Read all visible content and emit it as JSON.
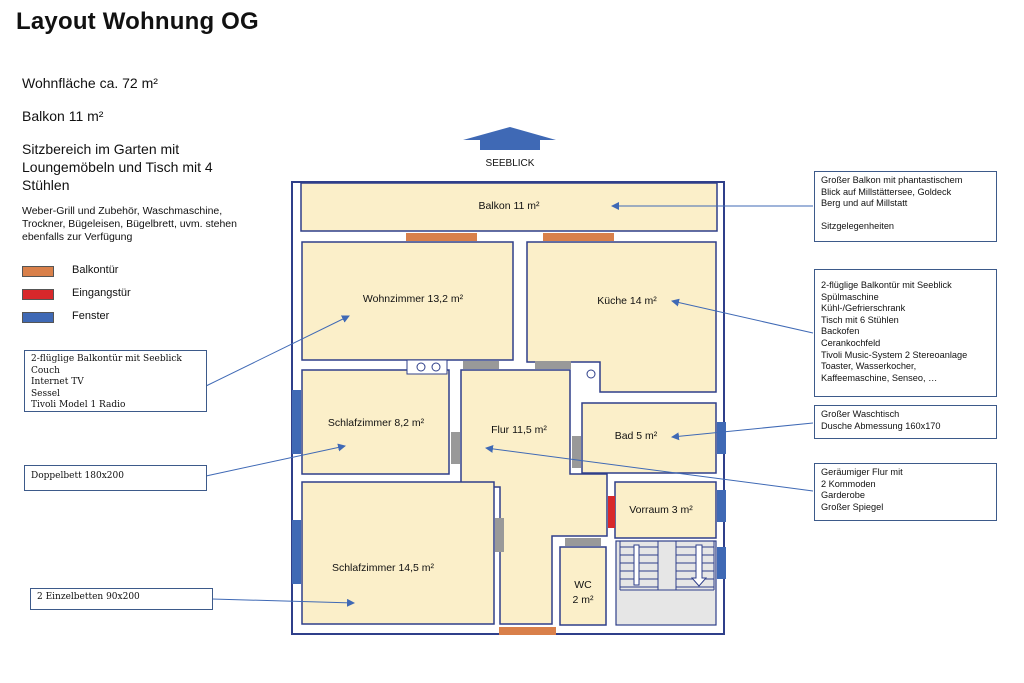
{
  "title": "Layout Wohnung OG",
  "info": {
    "wohnflaeche": "Wohnfläche ca. 72 m²",
    "balkon": "Balkon 11 m²",
    "sitz_line1": "Sitzbereich im Garten mit",
    "sitz_line2": "Loungemöbeln und Tisch mit 4",
    "sitz_line3": "Stühlen",
    "extra_line1": "Weber-Grill und Zubehör, Waschmaschine,",
    "extra_line2": "Trockner, Bügeleisen, Bügelbrett, uvm. stehen",
    "extra_line3": "ebenfalls zur Verfügung"
  },
  "legend": {
    "balkontuer": {
      "label": "Balkontür",
      "color": "#d9804a"
    },
    "eingangstuer": {
      "label": "Eingangstür",
      "color": "#d8282b"
    },
    "fenster": {
      "label": "Fenster",
      "color": "#3f69b5"
    }
  },
  "compass": {
    "label": "SEEBLICK",
    "color": "#3f69b5"
  },
  "rooms": {
    "balkon": "Balkon 11 m²",
    "wohnzimmer": "Wohnzimmer 13,2 m²",
    "kueche": "Küche 14 m²",
    "schlafzimmer1": "Schlafzimmer 8,2 m²",
    "flur": "Flur 11,5 m²",
    "bad": "Bad 5 m²",
    "vorraum": "Vorraum 3 m²",
    "schlafzimmer2": "Schlafzimmer 14,5 m²",
    "wc_line1": "WC",
    "wc_line2": "2 m²"
  },
  "colors": {
    "room_fill": "#fbefc9",
    "wall": "#2f3f8a",
    "stair": "#e6e6e6",
    "window_inner": "#999999"
  },
  "callouts_left": {
    "wohnzimmer": [
      "2-flüglige Balkontür mit Seeblick",
      "Couch",
      "Internet TV",
      "Sessel",
      "Tivoli Model 1 Radio"
    ],
    "schlafzimmer1": [
      "Doppelbett 180x200"
    ],
    "schlafzimmer2": [
      "2 Einzelbetten 90x200"
    ]
  },
  "callouts_right": {
    "balkon": [
      "Großer Balkon mit phantastischem",
      "Blick auf Millstättersee, Goldeck",
      "Berg und auf Millstatt",
      "",
      "Sitzgelegenheiten"
    ],
    "kueche": [
      "2-flüglige Balkontür mit Seeblick",
      "Spülmaschine",
      "Kühl-/Gefrierschrank",
      "Tisch mit 6 Stühlen",
      "Backofen",
      "Cerankochfeld",
      "Tivoli Music-System 2 Stereoanlage",
      "Toaster, Wasserkocher,",
      "Kaffeemaschine, Senseo, …"
    ],
    "bad": [
      "Großer Waschtisch",
      "Dusche Abmessung 160x170"
    ],
    "flur": [
      "Geräumiger Flur mit",
      "2 Kommoden",
      "Garderobe",
      "Großer Spiegel"
    ]
  }
}
